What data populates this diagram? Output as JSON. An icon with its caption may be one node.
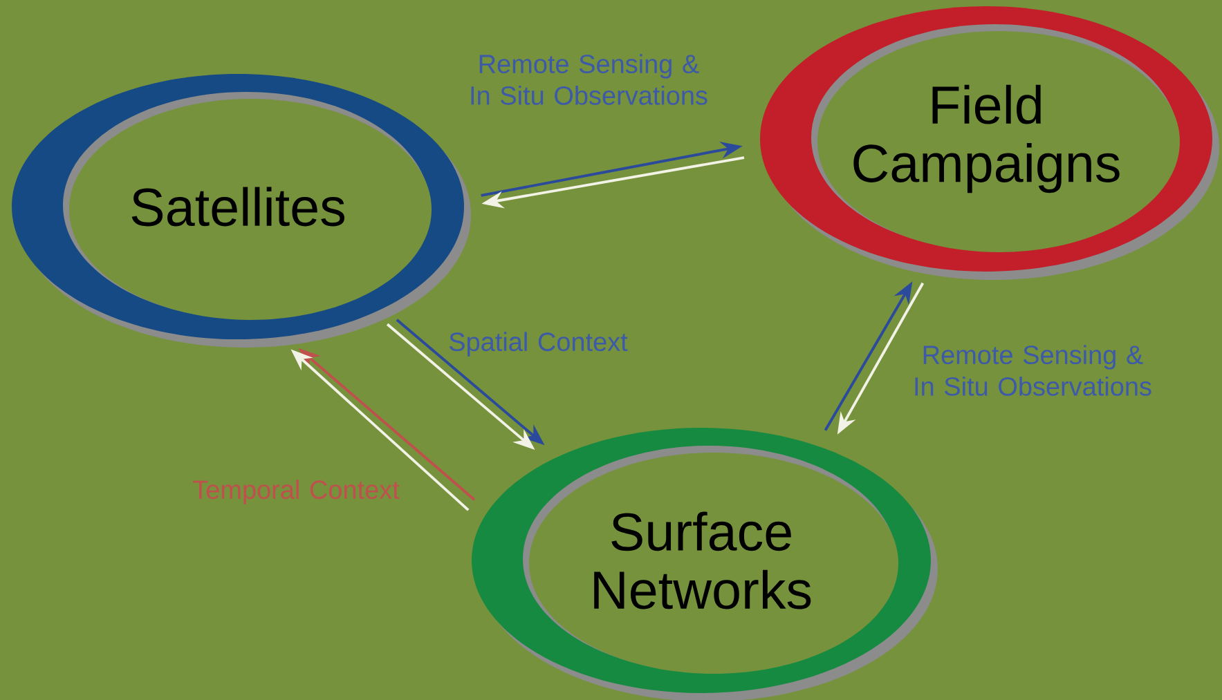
{
  "diagram": {
    "nodes": [
      {
        "text": [
          "Satellites"
        ]
      },
      {
        "text": [
          "Field Campaigns"
        ]
      },
      {
        "text": [
          "Surface Networks"
        ]
      }
    ],
    "edges": [
      {
        "from": 0,
        "to": 1,
        "arrow": "to",
        "color": "#2b4a9c",
        "label": "Remote Sensing & In Situ Observations"
      },
      {
        "from": 1,
        "to": 0,
        "arrow": "to",
        "color": "#f2f2e6"
      },
      {
        "from": 0,
        "to": 2,
        "arrow": "to",
        "color": "#2b4a9c",
        "label": "Spatial Context"
      },
      {
        "from": 0,
        "to": 2,
        "arrow": "to",
        "color": "#f2f2e6"
      },
      {
        "from": 2,
        "to": 0,
        "arrow": "to",
        "color": "#c0504d",
        "label": "Temporal Context"
      },
      {
        "from": 2,
        "to": 0,
        "arrow": "to",
        "color": "#f2f2e6"
      },
      {
        "from": 2,
        "to": 1,
        "arrow": "to",
        "color": "#2b4a9c",
        "label": "Remote Sensing & In Situ Observations"
      },
      {
        "from": 1,
        "to": 2,
        "arrow": "to",
        "color": "#f2f2e6"
      }
    ]
  }
}
